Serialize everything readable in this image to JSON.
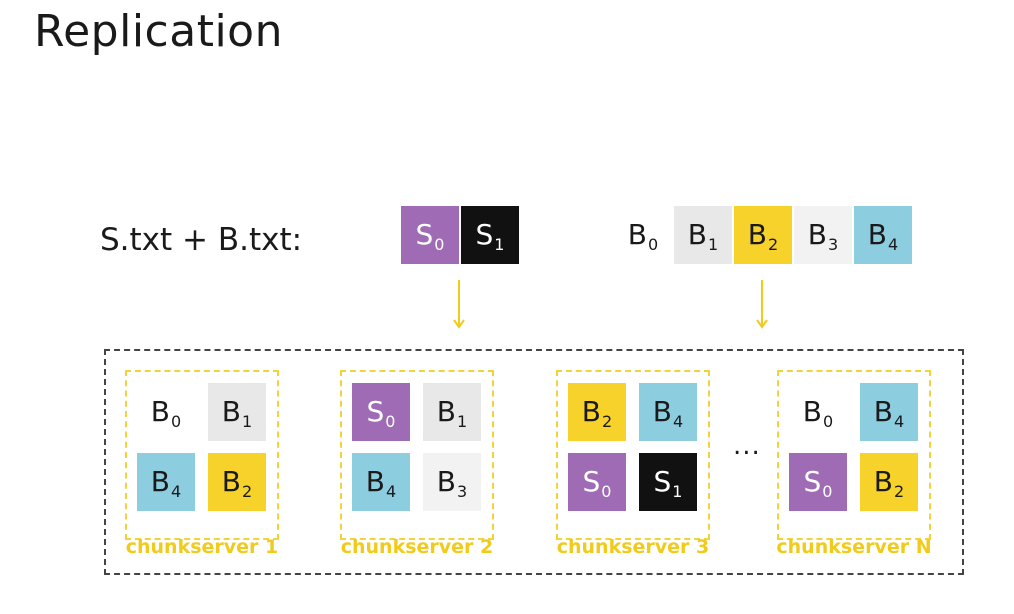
{
  "title": "Replication",
  "file_label": "S.txt + B.txt:",
  "colors": {
    "purple": "#9e6bb4",
    "black": "#111111",
    "white": "#ffffff",
    "light_gray": "#e8e8e8",
    "lighter_gray": "#f2f2f2",
    "yellow": "#f6d22b",
    "blue": "#8dcde0",
    "server_label": "#f1cb1b",
    "arrow": "#f1cb1b"
  },
  "file_s": [
    {
      "name": "S",
      "sub": "0",
      "color": "purple",
      "text": "white"
    },
    {
      "name": "S",
      "sub": "1",
      "color": "black",
      "text": "white"
    }
  ],
  "file_b": [
    {
      "name": "B",
      "sub": "0",
      "color": "white",
      "text": "dark"
    },
    {
      "name": "B",
      "sub": "1",
      "color": "light_gray",
      "text": "dark"
    },
    {
      "name": "B",
      "sub": "2",
      "color": "yellow",
      "text": "dark"
    },
    {
      "name": "B",
      "sub": "3",
      "color": "lighter_gray",
      "text": "dark"
    },
    {
      "name": "B",
      "sub": "4",
      "color": "blue",
      "text": "dark"
    }
  ],
  "servers": [
    {
      "label": "chunkserver 1",
      "blocks": [
        {
          "name": "B",
          "sub": "0",
          "color": "white",
          "text": "dark"
        },
        {
          "name": "B",
          "sub": "1",
          "color": "light_gray",
          "text": "dark"
        },
        {
          "name": "B",
          "sub": "4",
          "color": "blue",
          "text": "dark"
        },
        {
          "name": "B",
          "sub": "2",
          "color": "yellow",
          "text": "dark"
        }
      ]
    },
    {
      "label": "chunkserver 2",
      "blocks": [
        {
          "name": "S",
          "sub": "0",
          "color": "purple",
          "text": "white"
        },
        {
          "name": "B",
          "sub": "1",
          "color": "light_gray",
          "text": "dark"
        },
        {
          "name": "B",
          "sub": "4",
          "color": "blue",
          "text": "dark"
        },
        {
          "name": "B",
          "sub": "3",
          "color": "lighter_gray",
          "text": "dark"
        }
      ]
    },
    {
      "label": "chunkserver 3",
      "blocks": [
        {
          "name": "B",
          "sub": "2",
          "color": "yellow",
          "text": "dark"
        },
        {
          "name": "B",
          "sub": "4",
          "color": "blue",
          "text": "dark"
        },
        {
          "name": "S",
          "sub": "0",
          "color": "purple",
          "text": "white"
        },
        {
          "name": "S",
          "sub": "1",
          "color": "black",
          "text": "white"
        }
      ]
    },
    {
      "label": "chunkserver N",
      "blocks": [
        {
          "name": "B",
          "sub": "0",
          "color": "white",
          "text": "dark"
        },
        {
          "name": "B",
          "sub": "4",
          "color": "blue",
          "text": "dark"
        },
        {
          "name": "S",
          "sub": "0",
          "color": "purple",
          "text": "white"
        },
        {
          "name": "B",
          "sub": "2",
          "color": "yellow",
          "text": "dark"
        }
      ]
    }
  ],
  "ellipsis": "..."
}
